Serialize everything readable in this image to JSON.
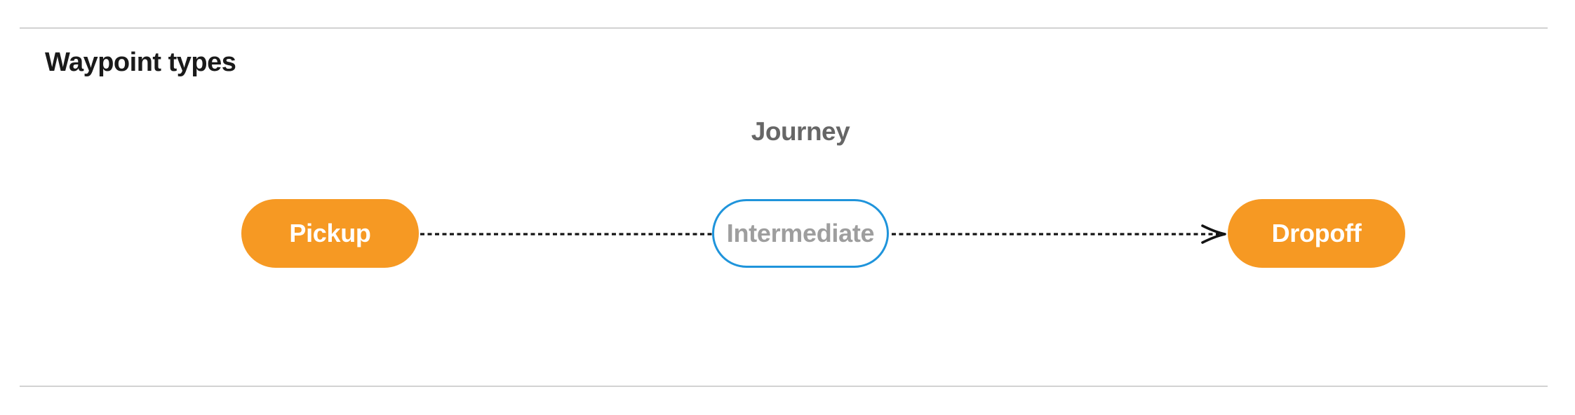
{
  "section": {
    "title": "Waypoint types"
  },
  "diagram": {
    "title": "Journey",
    "nodes": [
      {
        "id": "pickup",
        "label": "Pickup",
        "kind": "terminal"
      },
      {
        "id": "intermediate",
        "label": "Intermediate",
        "kind": "intermediate"
      },
      {
        "id": "dropoff",
        "label": "Dropoff",
        "kind": "terminal"
      }
    ],
    "edge": {
      "from": "pickup",
      "through": "intermediate",
      "to": "dropoff",
      "style": "dashed-arrow"
    }
  },
  "colors": {
    "background": "#FFFFFF",
    "divider": "#D2D2D2",
    "heading-text": "#1A1A1A",
    "diagram-title-text": "#666666",
    "terminal-fill": "#F69923",
    "terminal-text": "#FFFFFF",
    "intermediate-border": "#1F94DB",
    "intermediate-text": "#9E9E9E",
    "edge-stroke": "#141414"
  }
}
